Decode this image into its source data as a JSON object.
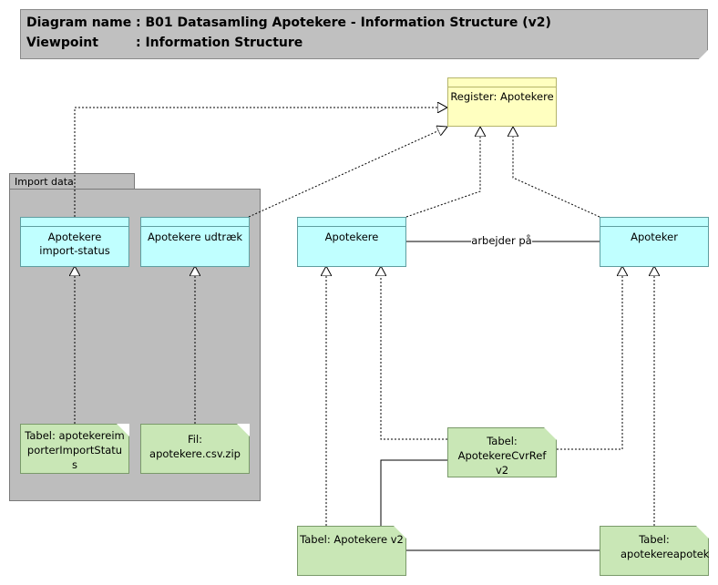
{
  "header": {
    "name_key": "Diagram name",
    "name_value": ": B01 Datasamling Apotekere - Information Structure (v2)",
    "viewpoint_key": "Viewpoint",
    "viewpoint_value": ": Information Structure"
  },
  "group": {
    "label": "Import data"
  },
  "register": {
    "label": "Register: Apotekere"
  },
  "objects": {
    "import_status": "Apotekere import-status",
    "udtraek": "Apotekere udtræk",
    "apotekere": "Apotekere",
    "apoteker": "Apoteker"
  },
  "relation_label": "arbejder på",
  "artifacts": {
    "importstatus_table": "Tabel: apotekereimporterImportStatus",
    "csv_file": "Fil: apotekere.csv.zip",
    "cvrref_table": "Tabel: ApotekereCvrRef v2",
    "apotekere_table": "Tabel: Apotekere v2",
    "apotek_table": "Tabel: apotekereapotek"
  }
}
